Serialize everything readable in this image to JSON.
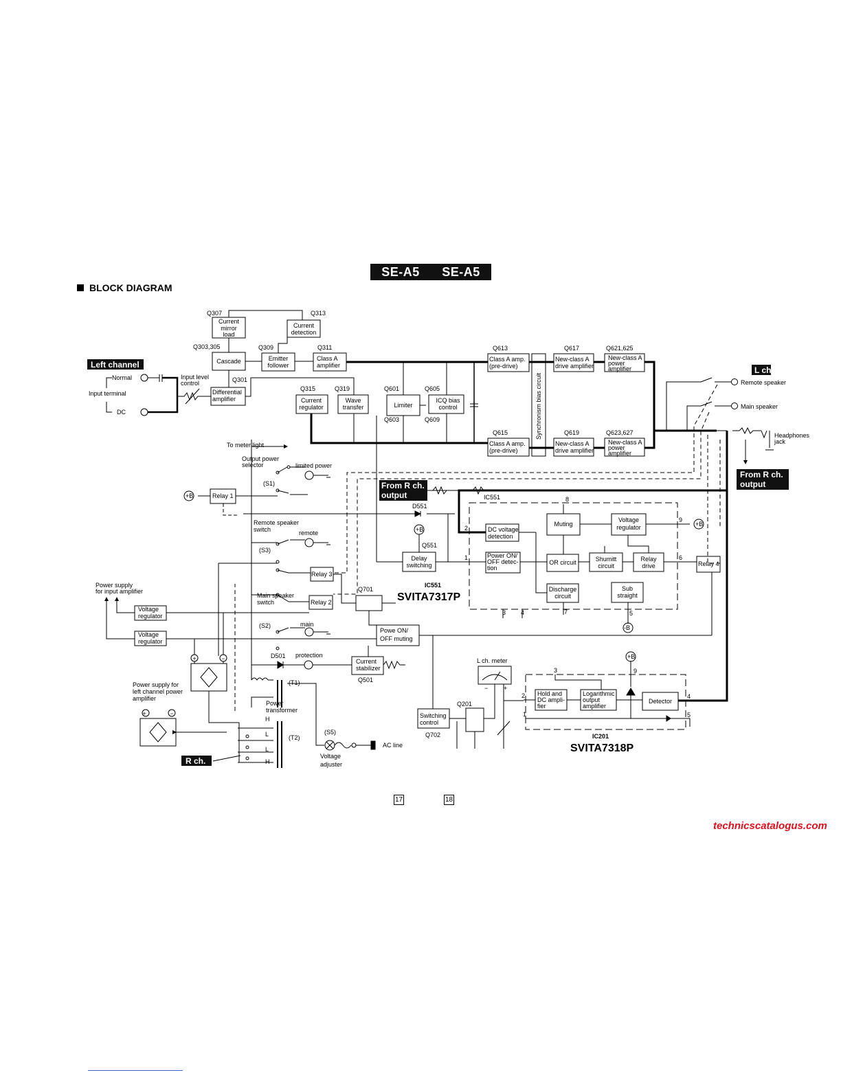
{
  "header": {
    "model_a": "SE-A5",
    "model_b": "SE-A5",
    "section_title": "BLOCK DIAGRAM"
  },
  "diagram": {
    "blocks": {
      "current_mirror_load": "Current mirror load",
      "current_detection": "Current detection",
      "cascade": "Cascade",
      "emitter_follower": "Emitter follower",
      "class_a_amplifier": "Class A amplifier",
      "differential_amplifier": "Differential amplifier",
      "current_regulator": "Current regulator",
      "wave_transfer": "Wave transfer",
      "limiter": "Limiter",
      "icq_bias_control": "ICQ bias control",
      "synchronism_bias_circuit": "Synchronism bias circuit",
      "class_a_predrive_top": "Class A amp. (pre-drive)",
      "class_a_predrive_bottom": "Class A amp. (pre-drive)",
      "newclass_drive_top": "New-class A drive amplifier",
      "newclass_drive_bottom": "New-class A drive amplifier",
      "newclass_power_top": "New-class A power amplifier",
      "newclass_power_bottom": "New-class A power amplifier",
      "relay1": "Relay 1",
      "relay2": "Relay 2",
      "relay3": "Relay 3",
      "relay4": "Relay 4",
      "delay_switching": "Delay switching",
      "dc_voltage_detection": "DC voltage detection",
      "power_onoff_detection": "Power ON/ OFF detec- tion",
      "muting": "Muting",
      "voltage_regulator_ic": "Voltage regulator",
      "or_circuit": "OR circuit",
      "shumitt_circuit": "Shumitt circuit",
      "relay_drive": "Relay drive",
      "discharge_circuit": "Discharge circuit",
      "sub_straight": "Sub straight",
      "voltage_regulator_1": "Voltage regulator",
      "voltage_regulator_2": "Voltage regulator",
      "power_onoff_muting": "Powe ON/ OFF muting",
      "current_stabilizer": "Current stabilizer",
      "switching_control": "Switching control",
      "hold_dc_amplifier": "Hold and DC ampli- fier",
      "log_output_amplifier": "Logarithmic output amplifier",
      "detector": "Detector"
    },
    "transistors": {
      "q307": "Q307",
      "q313": "Q313",
      "q303_305": "Q303,305",
      "q309": "Q309",
      "q311": "Q311",
      "q301": "Q301",
      "q315": "Q315",
      "q319": "Q319",
      "q601": "Q601",
      "q603": "Q603",
      "q605": "Q605",
      "q609": "Q609",
      "q613": "Q613",
      "q615": "Q615",
      "q617": "Q617",
      "q619": "Q619",
      "q621_625": "Q621,625",
      "q623_627": "Q623,627",
      "q551": "Q551",
      "q701": "Q701",
      "q501": "Q501",
      "q201": "Q201",
      "q702": "Q702",
      "d551": "D551",
      "d501": "D501"
    },
    "labels": {
      "left_channel": "Left channel",
      "normal": "Normal",
      "dc": "DC",
      "input_terminal": "Input terminal",
      "input_level_control": "Input level control",
      "l_ch": "L ch.",
      "remote_speaker": "Remote speaker",
      "main_speaker": "Main speaker",
      "headphones_jack": "Headphones jack",
      "from_r_ch_output_right": "From R ch. output",
      "from_r_ch_output_mid": "From R ch. output",
      "to_meter_light": "To meter light",
      "output_power_selector": "Output power selector",
      "limited_power": "limited power",
      "s1": "(S1)",
      "s2": "(S2)",
      "s3": "(S3)",
      "s5": "(S5)",
      "t1": "(T1)",
      "t2": "(T2)",
      "remote_speaker_switch": "Remote speaker switch",
      "remote": "remote",
      "main_speaker_switch": "Main speaker switch",
      "main": "main",
      "protection": "protection",
      "power_supply_input": "Power supply for input amplifier",
      "power_supply_left": "Power supply for left channel power amplifier",
      "power_transformer": "Power transformer",
      "r_ch": "R ch.",
      "voltage_adjuster": "Voltage adjuster",
      "ac_line": "AC line",
      "l_ch_meter": "L ch. meter",
      "ic551": "IC551",
      "ic551_label": "IC551",
      "ic551_part": "SVITA7317P",
      "ic201": "IC201",
      "ic201_part": "SVITA7318P",
      "plus_b": "+B",
      "minus_b": "-B",
      "tap_h": "H",
      "tap_l": "L",
      "meter_minus": "−",
      "meter_plus": "+",
      "plus": "+",
      "minus": "−"
    },
    "pins": {
      "p1": "1",
      "p2": "2",
      "p3": "3",
      "p4": "4",
      "p5": "5",
      "p6": "6",
      "p7": "7",
      "p8": "8",
      "p9": "9"
    }
  },
  "footer": {
    "page_left": "17",
    "page_right": "18",
    "watermark": "technicscatalogus.com"
  }
}
